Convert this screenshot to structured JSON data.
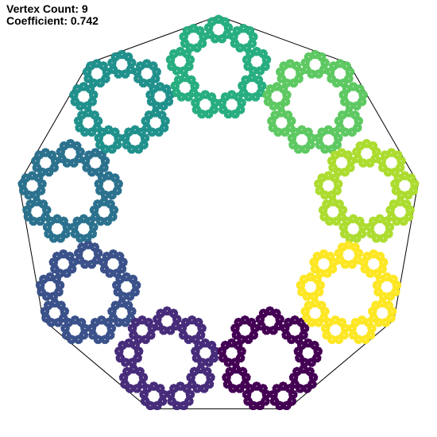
{
  "header": {
    "vertex_label": "Vertex Count: 9",
    "coefficient_label": "Coefficient: 0.742"
  },
  "fractal": {
    "vertex_count": 9,
    "coefficient": 0.742,
    "depth": 4,
    "colors": [
      "#440154",
      "#472d7b",
      "#3b528b",
      "#2c728e",
      "#21918c",
      "#28ae80",
      "#5ec962",
      "#addc30",
      "#fde725"
    ],
    "outline_color": "#000000",
    "background": "#ffffff"
  }
}
